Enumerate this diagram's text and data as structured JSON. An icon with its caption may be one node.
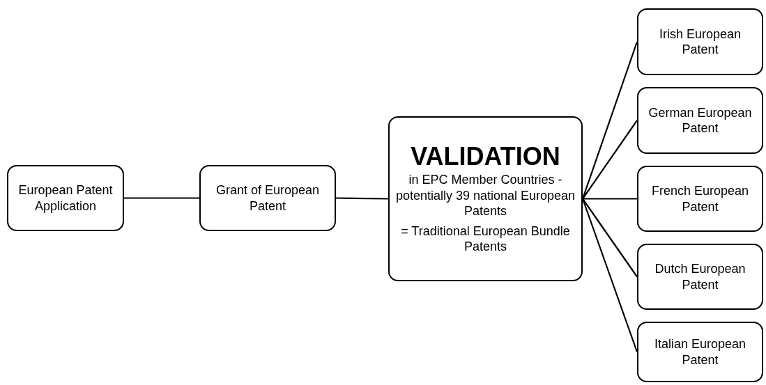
{
  "diagram": {
    "nodes": [
      {
        "text": [
          "European Patent Application"
        ]
      },
      {
        "text": [
          "Grant of European Patent"
        ]
      },
      {
        "text": [
          "VALIDATION",
          "in EPC Member Countries - potentially 39 national European Patents",
          "= Traditional European Bundle Patents"
        ]
      },
      {
        "text": [
          "Irish European Patent"
        ]
      },
      {
        "text": [
          "German European Patent"
        ]
      },
      {
        "text": [
          "French European Patent"
        ]
      },
      {
        "text": [
          "Dutch European Patent"
        ]
      },
      {
        "text": [
          "Italian European Patent"
        ]
      }
    ],
    "edges": [
      {
        "from": 0,
        "to": 1,
        "arrow": "none"
      },
      {
        "from": 1,
        "to": 2,
        "arrow": "none"
      },
      {
        "from": 2,
        "to": 3,
        "arrow": "none"
      },
      {
        "from": 2,
        "to": 4,
        "arrow": "none"
      },
      {
        "from": 2,
        "to": 5,
        "arrow": "none"
      },
      {
        "from": 2,
        "to": 6,
        "arrow": "none"
      },
      {
        "from": 2,
        "to": 7,
        "arrow": "none"
      }
    ]
  }
}
